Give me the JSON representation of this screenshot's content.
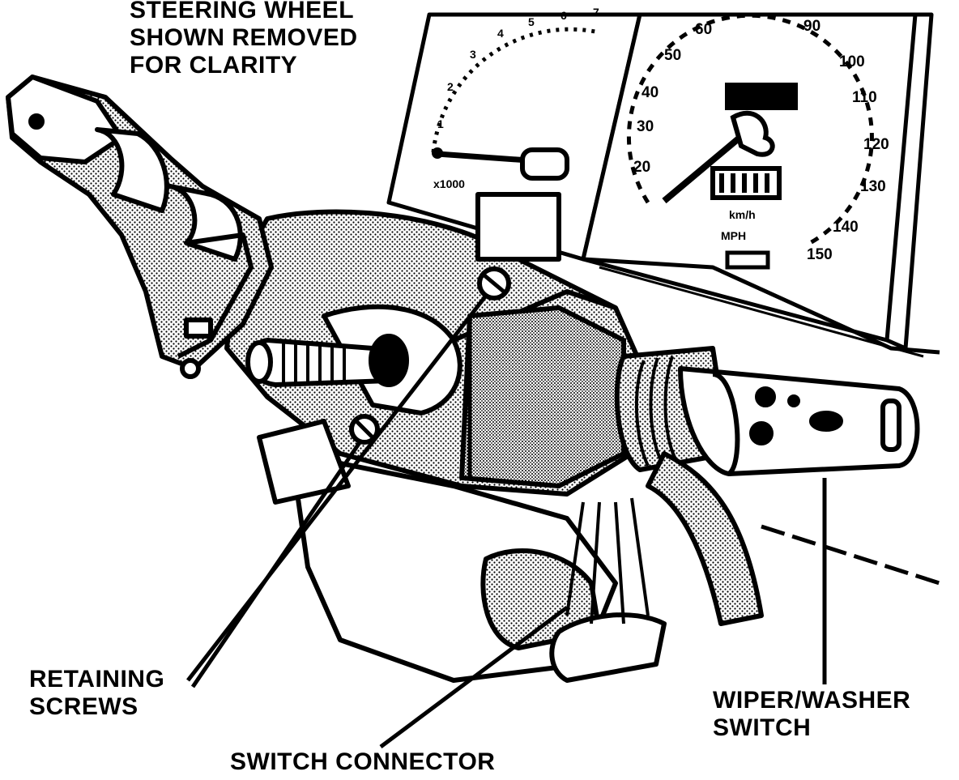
{
  "figure": {
    "note_lines": [
      "STEERING WHEEL",
      "SHOWN REMOVED",
      "FOR CLARITY"
    ],
    "callouts": {
      "retaining_screws": [
        "RETAINING",
        "SCREWS"
      ],
      "switch_connector": "SWITCH CONNECTOR",
      "wiper_washer_switch": [
        "WIPER/WASHER",
        "SWITCH"
      ]
    },
    "speedometer": {
      "labels": [
        "20",
        "30",
        "40",
        "50",
        "60",
        "90",
        "100",
        "110",
        "120",
        "130",
        "140",
        "150"
      ],
      "unit_lines": [
        "km/h",
        "MPH"
      ]
    },
    "tachometer": {
      "labels": [
        "1",
        "2",
        "3",
        "4",
        "5",
        "6",
        "7"
      ],
      "unit": "x1000"
    }
  }
}
